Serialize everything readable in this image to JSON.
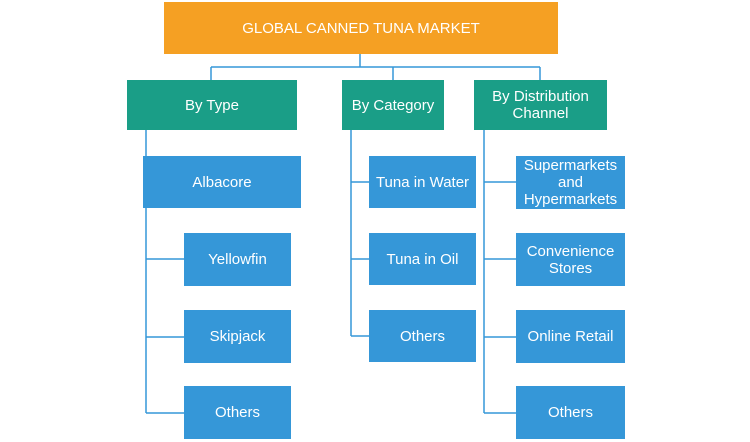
{
  "title": "GLOBAL CANNED TUNA MARKET",
  "colors": {
    "root": "#f5a023",
    "category": "#1a9e87",
    "item": "#3597d8",
    "connector": "#3597d8"
  },
  "categories": [
    {
      "label": "By Type",
      "items": [
        "Albacore",
        "Yellowfin",
        "Skipjack",
        "Others"
      ]
    },
    {
      "label": "By Category",
      "items": [
        "Tuna in Water",
        "Tuna in Oil",
        "Others"
      ]
    },
    {
      "label": "By Distribution\nChannel",
      "items": [
        "Supermarkets\nand\nHypermarkets",
        "Convenience\nStores",
        "Online Retail",
        "Others"
      ]
    }
  ]
}
